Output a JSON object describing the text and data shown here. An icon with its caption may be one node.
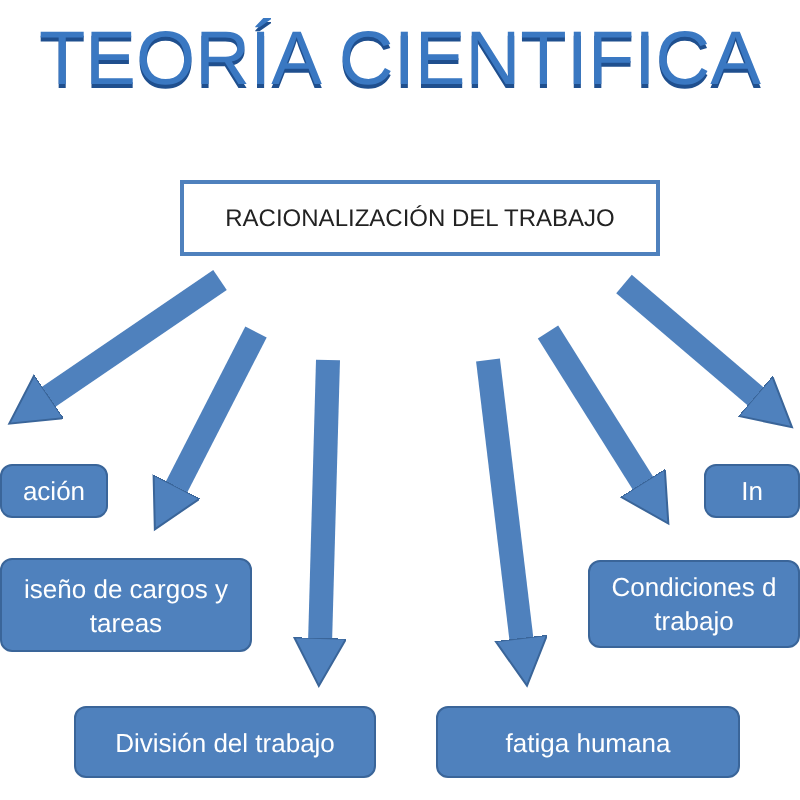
{
  "diagram": {
    "title": "TEORÍA CIENTIFICA",
    "nodes": [
      {
        "text": [
          "RACIONALIZACIÓN DEL TRABAJO"
        ]
      },
      {
        "text": [
          "ación"
        ]
      },
      {
        "text": [
          "iseño de cargos y tareas"
        ]
      },
      {
        "text": [
          "División del trabajo"
        ]
      },
      {
        "text": [
          "fatiga humana"
        ]
      },
      {
        "text": [
          "Condiciones d trabajo"
        ]
      },
      {
        "text": [
          "In"
        ]
      }
    ],
    "edges": [
      {
        "from": 0,
        "to": 1,
        "arrow": "to"
      },
      {
        "from": 0,
        "to": 2,
        "arrow": "to"
      },
      {
        "from": 0,
        "to": 3,
        "arrow": "to"
      },
      {
        "from": 0,
        "to": 4,
        "arrow": "to"
      },
      {
        "from": 0,
        "to": 5,
        "arrow": "to"
      },
      {
        "from": 0,
        "to": 6,
        "arrow": "to"
      }
    ]
  }
}
